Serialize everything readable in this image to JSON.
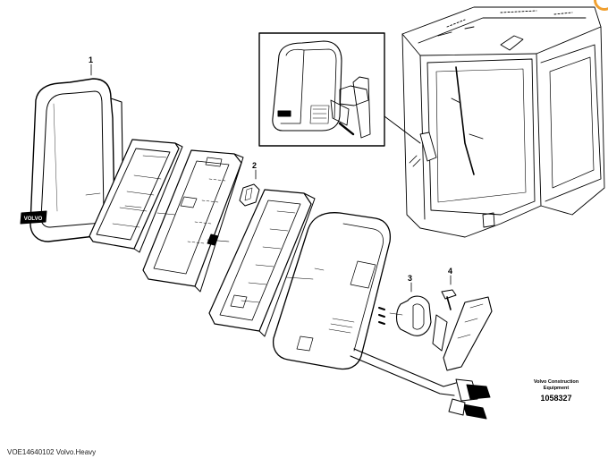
{
  "diagram": {
    "callouts": {
      "c1": "1",
      "c2": "2",
      "c3": "3",
      "c4": "4"
    },
    "brand_logo_text": "VOLVO",
    "brand_block": {
      "line1": "Volvo Construction",
      "line2": "Equipment",
      "number": "1058327"
    },
    "caption": "VOE14640102 Volvo.Heavy"
  },
  "colors": {
    "ink": "#000000",
    "accent": "#f0a030",
    "background": "#ffffff"
  }
}
